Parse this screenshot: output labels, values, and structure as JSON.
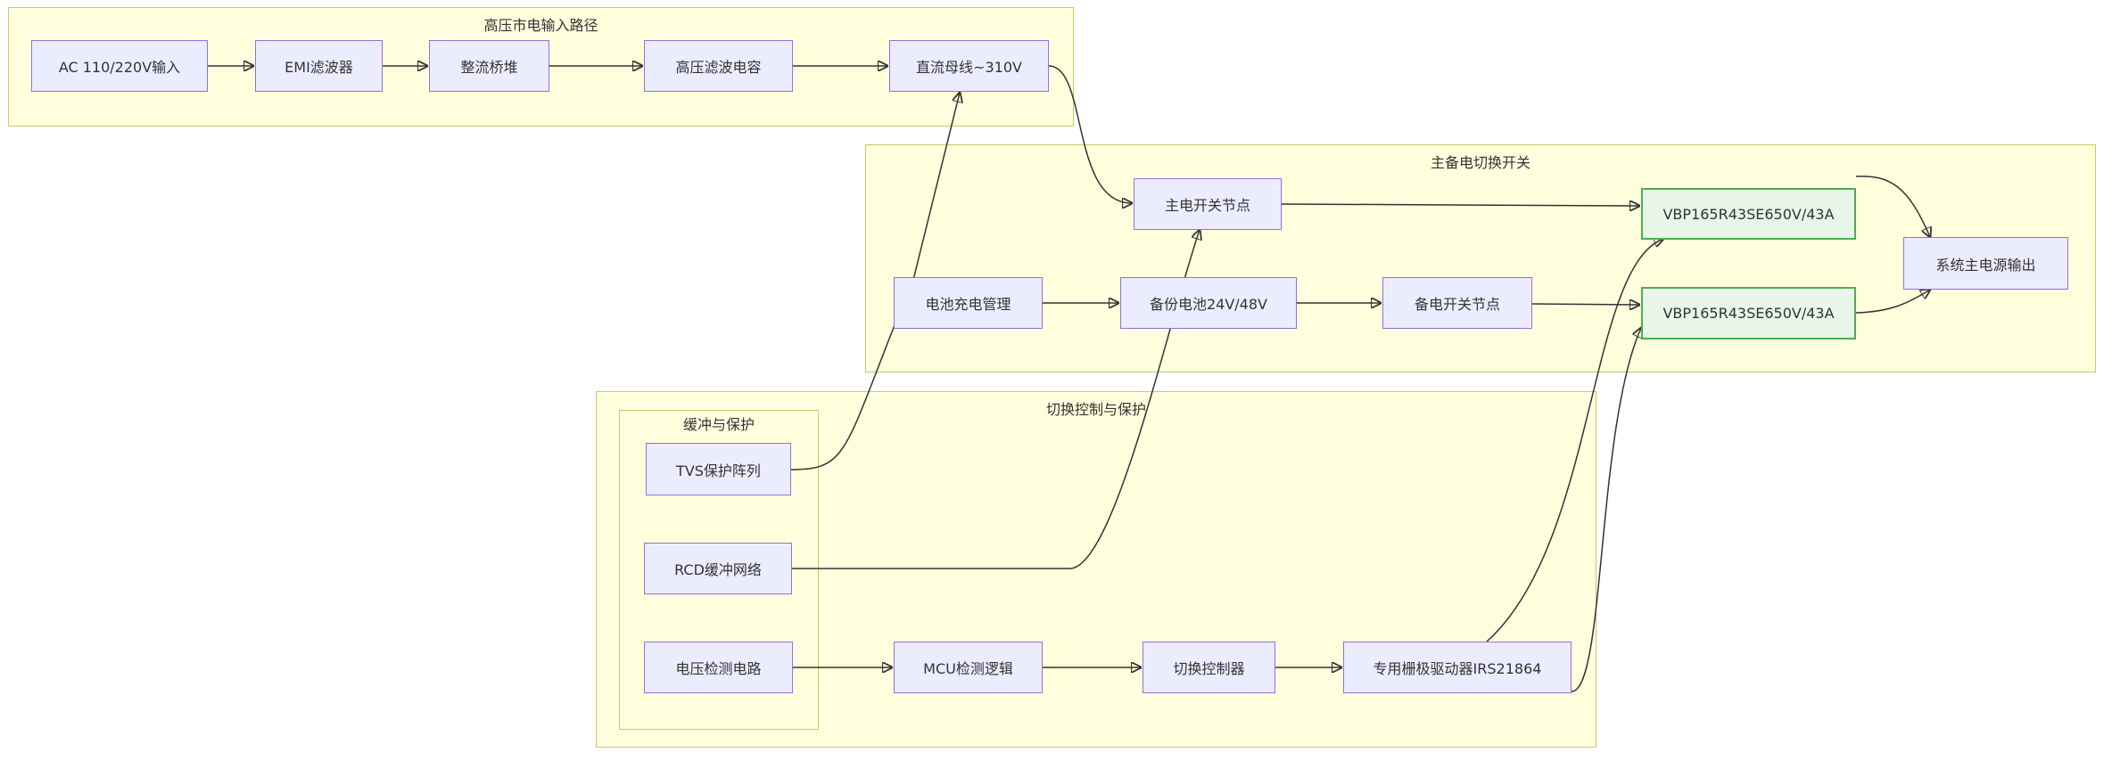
{
  "groups": {
    "mains_path": "高压市电输入路径",
    "switch_pair": "主备电切换开关",
    "control_protect": "切换控制与保护",
    "snubber_protect": "缓冲与保护"
  },
  "nodes": {
    "ac_input": "AC 110/220V输入",
    "emi_filter": "EMI滤波器",
    "rectifier": "整流桥堆",
    "hv_cap": "高压滤波电容",
    "dc_bus": "直流母线~310V",
    "main_switch_node": "主电开关节点",
    "mosfet_main": "VBP165R43SE650V/43A",
    "system_output": "系统主电源输出",
    "battery_charger": "电池充电管理",
    "backup_battery": "备份电池24V/48V",
    "backup_switch_node": "备电开关节点",
    "mosfet_backup": "VBP165R43SE650V/43A",
    "tvs_array": "TVS保护阵列",
    "rcd_snubber": "RCD缓冲网络",
    "voltage_detect": "电压检测电路",
    "mcu_logic": "MCU检测逻辑",
    "switch_controller": "切换控制器",
    "gate_driver": "专用栅极驱动器IRS21864"
  },
  "colors": {
    "group_fill": "#ffffde",
    "group_border": "#c8c86a",
    "node_fill": "#ececff",
    "node_border": "#9370db",
    "mosfet_fill": "#e8f5e9",
    "mosfet_border": "#4caf50",
    "edge": "#333333"
  }
}
